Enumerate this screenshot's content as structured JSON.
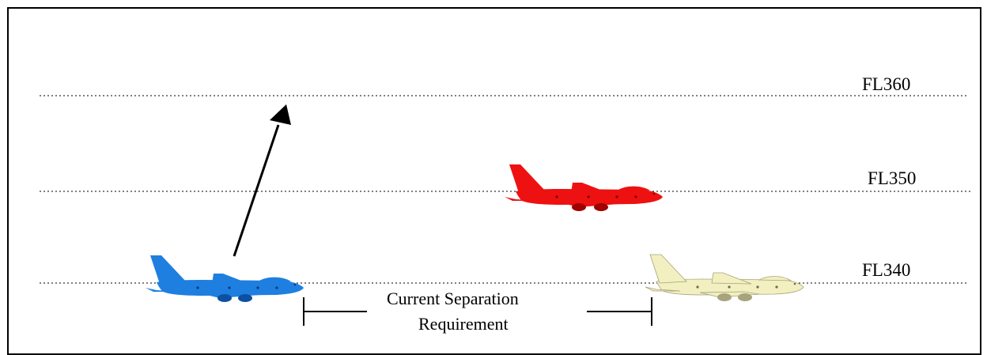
{
  "flight_levels": [
    "FL360",
    "FL350",
    "FL340"
  ],
  "separation_label": {
    "line1": "Current Separation",
    "line2": "Requirement"
  },
  "aircraft": [
    {
      "name": "climbing-aircraft",
      "color": "#1e7fe0",
      "shadow": "#0d4fa0",
      "level": "FL340"
    },
    {
      "name": "level-aircraft",
      "color": "#ee1111",
      "shadow": "#a00000",
      "level": "FL350"
    },
    {
      "name": "leading-aircraft",
      "color": "#f2efc0",
      "shadow": "#a7a37c",
      "level": "FL340"
    }
  ],
  "colors": {
    "line": "#000000",
    "background": "#ffffff"
  }
}
